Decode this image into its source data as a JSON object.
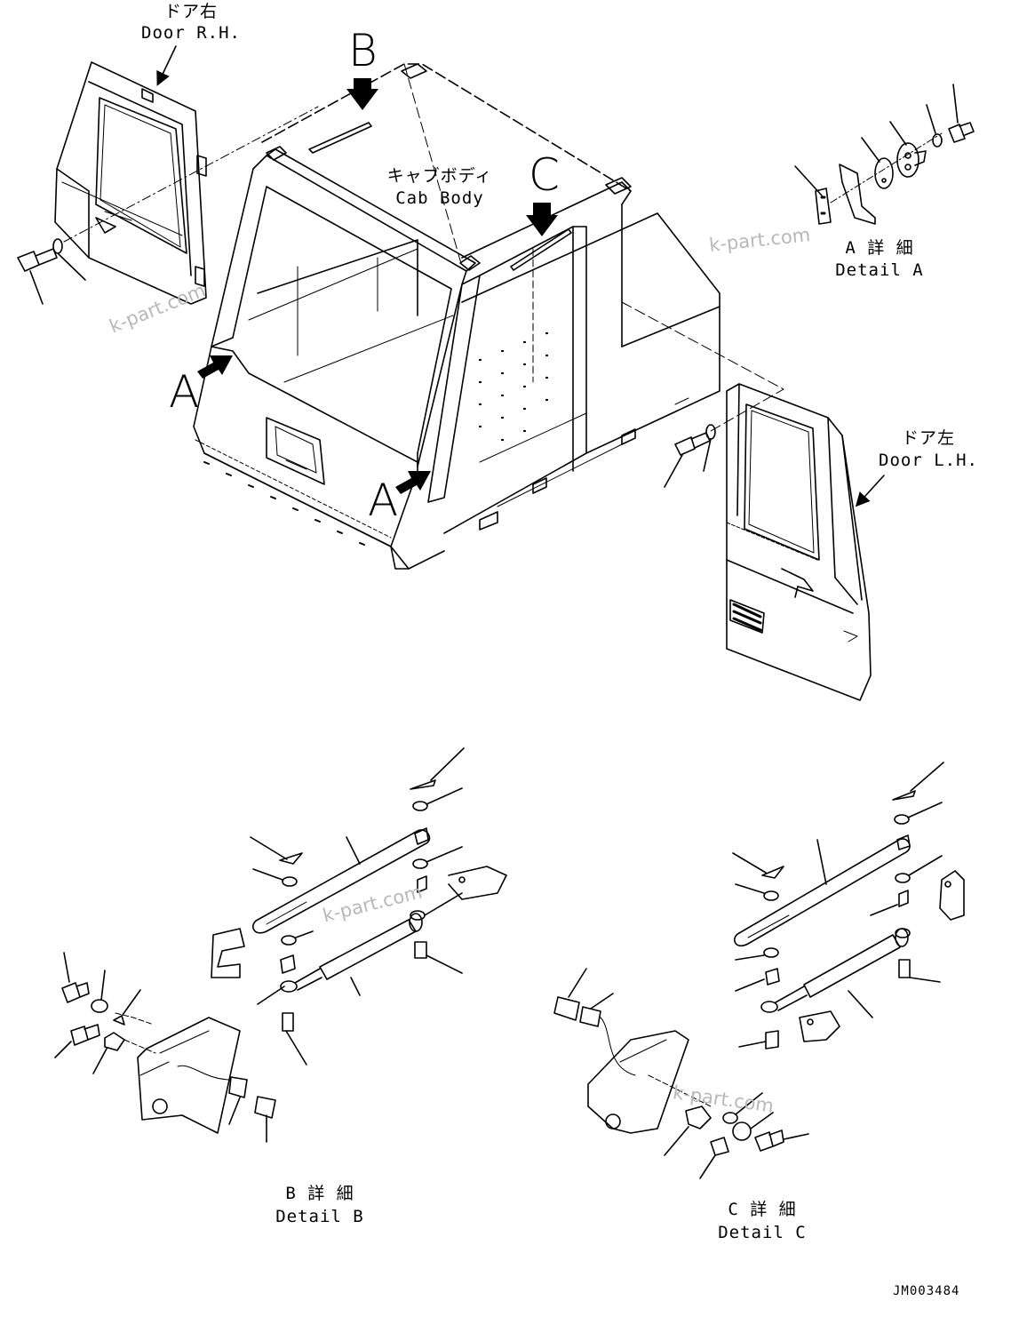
{
  "labels": {
    "door_rh_jp": "ドア右",
    "door_rh_en": "Door R.H.",
    "cab_body_jp": "キャブボディ",
    "cab_body_en": "Cab Body",
    "door_lh_jp": "ドア左",
    "door_lh_en": "Door L.H.",
    "detail_a_jp": "A 詳 細",
    "detail_a_en": "Detail A",
    "detail_b_jp": "B 詳 細",
    "detail_b_en": "Detail B",
    "detail_c_jp": "C 詳 細",
    "detail_c_en": "Detail C"
  },
  "callouts": {
    "a_left": "A",
    "a_bottom": "A",
    "b": "B",
    "c": "C"
  },
  "watermarks": [
    "k-part.com",
    "k-part.com",
    "k-part.com",
    "k-part.com"
  ],
  "drawing_number": "JM003484",
  "colors": {
    "line": "#000000",
    "watermark": "#b8b8b8"
  }
}
